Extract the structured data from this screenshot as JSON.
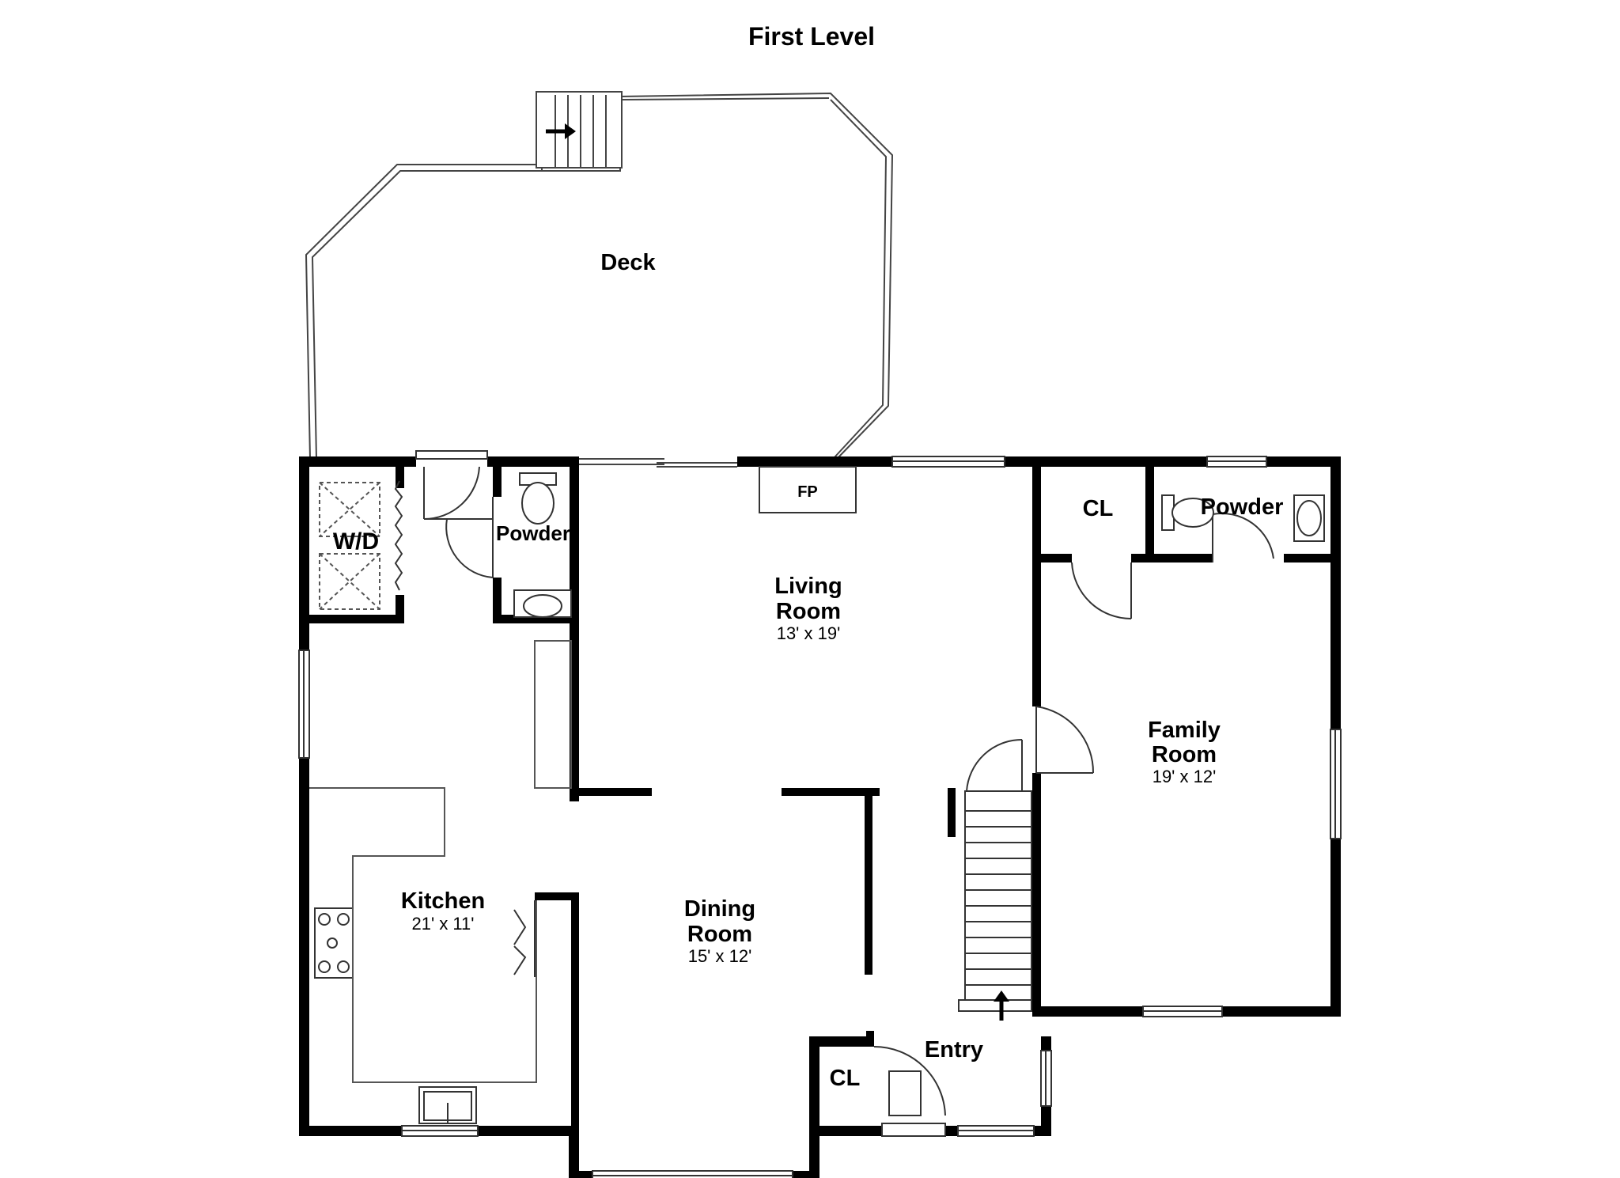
{
  "title": "First Level",
  "rooms": {
    "deck": {
      "name": "Deck"
    },
    "wd": {
      "name": "W/D"
    },
    "powder_left": {
      "name": "Powder"
    },
    "living": {
      "name_line1": "Living",
      "name_line2": "Room",
      "dims": "13' x 19'"
    },
    "fireplace": {
      "name": "FP"
    },
    "cl_top": {
      "name": "CL"
    },
    "powder_right": {
      "name": "Powder"
    },
    "family": {
      "name_line1": "Family",
      "name_line2": "Room",
      "dims": "19' x 12'"
    },
    "kitchen": {
      "name": "Kitchen",
      "dims": "21' x 11'"
    },
    "dining": {
      "name_line1": "Dining",
      "name_line2": "Room",
      "dims": "15' x 12'"
    },
    "entry": {
      "name": "Entry"
    },
    "cl_bottom": {
      "name": "CL"
    }
  },
  "colors": {
    "wall": "#000000",
    "line": "#333333",
    "fixture_fill": "#ffffff",
    "window_fill": "#ffffff"
  }
}
